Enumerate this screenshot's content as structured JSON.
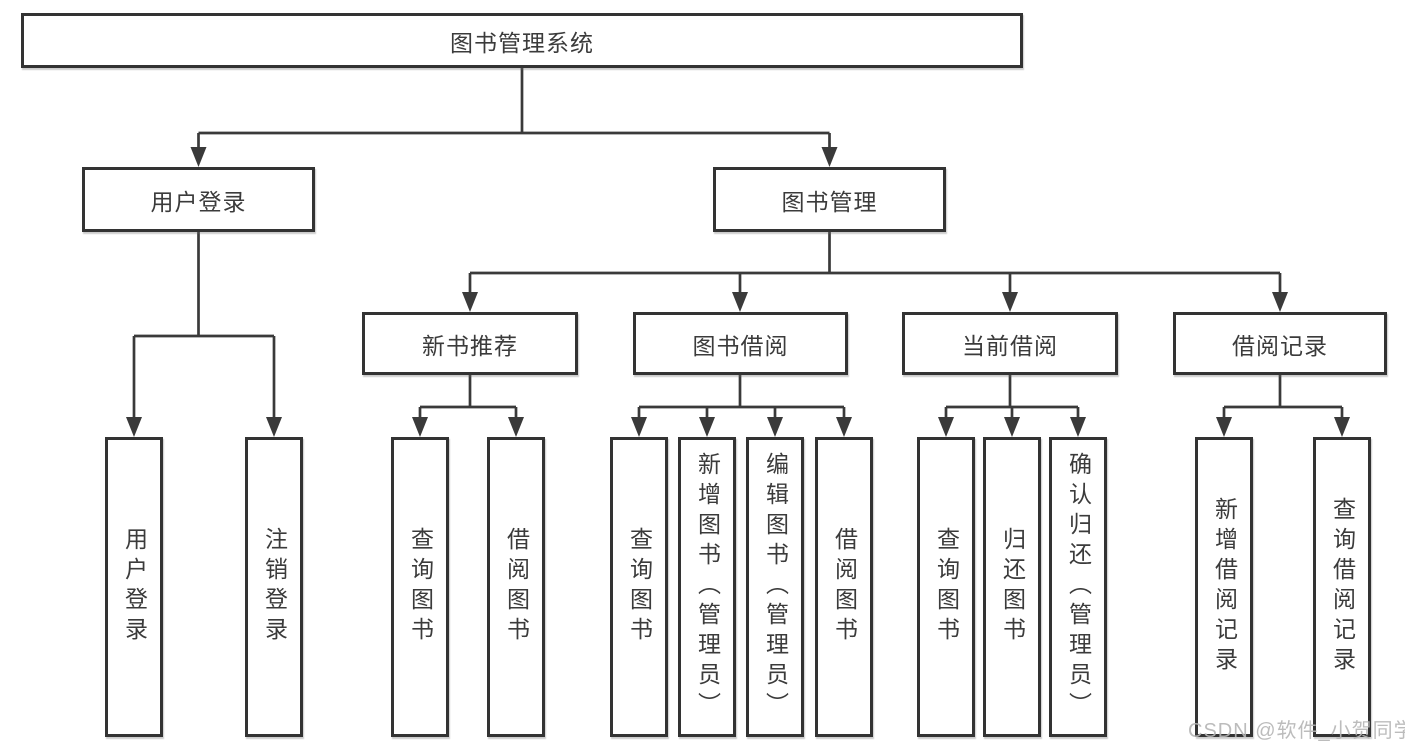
{
  "diagram": {
    "title": "图书管理系统",
    "root": "图书管理系统",
    "level2": {
      "user_login": "用户登录",
      "book_mgmt": "图书管理"
    },
    "level3": {
      "new_books": "新书推荐",
      "book_borrow": "图书借阅",
      "current_borrow": "当前借阅",
      "borrow_records": "借阅记录"
    },
    "leaves": {
      "user_login": [
        "用户登录",
        "注销登录"
      ],
      "new_books": [
        "查询图书",
        "借阅图书"
      ],
      "book_borrow": [
        "查询图书",
        "新增图书（管理员）",
        "编辑图书（管理员）",
        "借阅图书"
      ],
      "current_borrow": [
        "查询图书",
        "归还图书",
        "确认归还（管理员）"
      ],
      "borrow_records": [
        "新增借阅记录",
        "查询借阅记录"
      ]
    }
  },
  "watermark": "CSDN @软件_小贺同学",
  "colors": {
    "line": "#3a3a3a",
    "border": "#333333",
    "text": "#3b3b3b",
    "watermark": "#b5b5b5",
    "background": "#ffffff"
  }
}
